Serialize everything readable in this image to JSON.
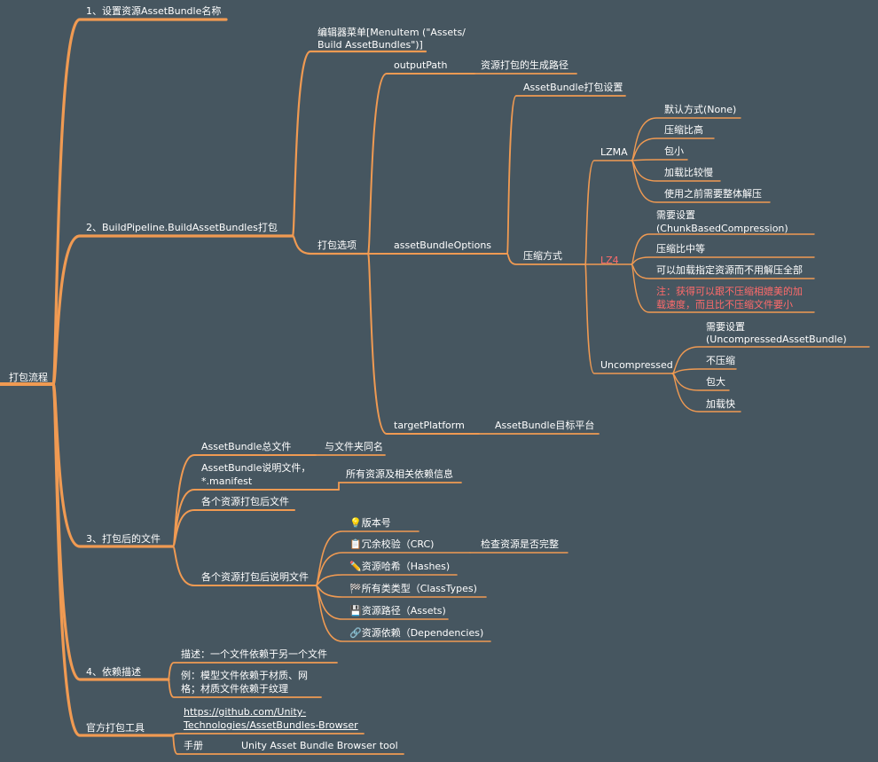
{
  "root": "打包流程",
  "n1": {
    "label": "1、设置资源AssetBundle名称"
  },
  "n2": {
    "label": "2、BuildPipeline.BuildAssetBundles打包",
    "menu": [
      "编辑器菜单[MenuItem (\"Assets/",
      "Build AssetBundles\")]"
    ],
    "options": {
      "label": "打包选项",
      "outputPath": {
        "label": "outputPath",
        "desc": "资源打包的生成路径"
      },
      "assetBundleOptions": {
        "label": "assetBundleOptions",
        "setting": "AssetBundle打包设置",
        "compression": {
          "label": "压缩方式",
          "lzma": {
            "label": "LZMA",
            "items": [
              "默认方式(None)",
              "压缩比高",
              "包小",
              "加载比较慢",
              "使用之前需要整体解压"
            ]
          },
          "lz4": {
            "label": "LZ4",
            "need": [
              "需要设置",
              "(ChunkBasedCompression)"
            ],
            "items": [
              "压缩比中等",
              "可以加载指定资源而不用解压全部"
            ],
            "note": [
              "注：获得可以跟不压缩相媲美的加",
              "载速度，而且比不压缩文件要小"
            ]
          },
          "uncompressed": {
            "label": "Uncompressed",
            "need": [
              "需要设置",
              "(UncompressedAssetBundle)"
            ],
            "items": [
              "不压缩",
              "包大",
              "加载快"
            ]
          }
        }
      },
      "targetPlatform": {
        "label": "targetPlatform",
        "desc": "AssetBundle目标平台"
      }
    }
  },
  "n3": {
    "label": "3、打包后的文件",
    "total": {
      "label": "AssetBundle总文件",
      "desc": "与文件夹同名"
    },
    "manifest": {
      "label": [
        "AssetBundle说明文件，",
        "*.manifest"
      ],
      "desc": "所有资源及相关依赖信息"
    },
    "each": "各个资源打包后文件",
    "eachDesc": {
      "label": "各个资源打包后说明文件",
      "items": [
        {
          "icon": "💡",
          "icon_name": "lightbulb-icon",
          "text": "版本号"
        },
        {
          "icon": "📋",
          "icon_name": "clipboard-icon",
          "text": "冗余校验（CRC)",
          "desc": "检查资源是否完整"
        },
        {
          "icon": "✏️",
          "icon_name": "pencil-icon",
          "text": "资源哈希（Hashes)"
        },
        {
          "icon": "🏁",
          "icon_name": "checkered-flag-icon",
          "text": "所有类类型（ClassTypes)"
        },
        {
          "icon": "💾",
          "icon_name": "disk-icon",
          "text": "资源路径（Assets)"
        },
        {
          "icon": "🔗",
          "icon_name": "link-icon",
          "text": "资源依赖（Dependencies)"
        }
      ]
    }
  },
  "n4": {
    "label": "4、依赖描述",
    "desc": "描述：一个文件依赖于另一个文件",
    "example": [
      "例：模型文件依赖于材质、网",
      "格；材质文件依赖于纹理"
    ]
  },
  "n5": {
    "label": "官方打包工具",
    "url": [
      "https://github.com/Unity-",
      "Technologies/AssetBundles-Browser"
    ],
    "manual": "手册",
    "manualDesc": "Unity Asset Bundle Browser tool"
  }
}
